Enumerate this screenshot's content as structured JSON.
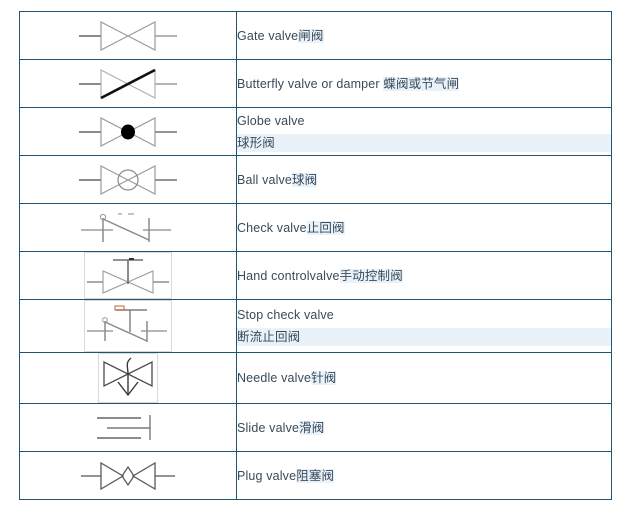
{
  "table": {
    "border_color": "#1f5472",
    "text_color": "#3a4a5a",
    "symbol_stroke": "#7a7a7a",
    "symbol_box_border": "#d9d9d9",
    "columns": 2,
    "rows": [
      {
        "symbol": "gate-valve-symbol",
        "en": "Gate valve",
        "cn": "闸阀",
        "cn2": "",
        "boxed": false
      },
      {
        "symbol": "butterfly-valve-symbol",
        "en": "Butterfly valve or damper ",
        "cn": "蝶阀或节气闸",
        "cn2": "",
        "boxed": false
      },
      {
        "symbol": "globe-valve-symbol",
        "en": "Globe valve",
        "cn": "",
        "cn2": "球形阀",
        "boxed": false
      },
      {
        "symbol": "ball-valve-symbol",
        "en": "Ball valve",
        "cn": "球阀",
        "cn2": "",
        "boxed": false
      },
      {
        "symbol": "check-valve-symbol",
        "en": "Check valve",
        "cn": "止回阀",
        "cn2": "",
        "boxed": false
      },
      {
        "symbol": "hand-control-valve-symbol",
        "en": "Hand controlvalve",
        "cn": "手动控制阀",
        "cn2": "",
        "boxed": true
      },
      {
        "symbol": "stop-check-valve-symbol",
        "en": "Stop check valve",
        "cn": "",
        "cn2": "断流止回阀",
        "boxed": true
      },
      {
        "symbol": "needle-valve-symbol",
        "en": "Needle valve",
        "cn": "针阀",
        "cn2": "",
        "boxed": true
      },
      {
        "symbol": "slide-valve-symbol",
        "en": "Slide valve",
        "cn": "滑阀",
        "cn2": "",
        "boxed": false
      },
      {
        "symbol": "plug-valve-symbol",
        "en": "Plug valve",
        "cn": "阻塞阀",
        "cn2": "",
        "boxed": false
      }
    ]
  }
}
